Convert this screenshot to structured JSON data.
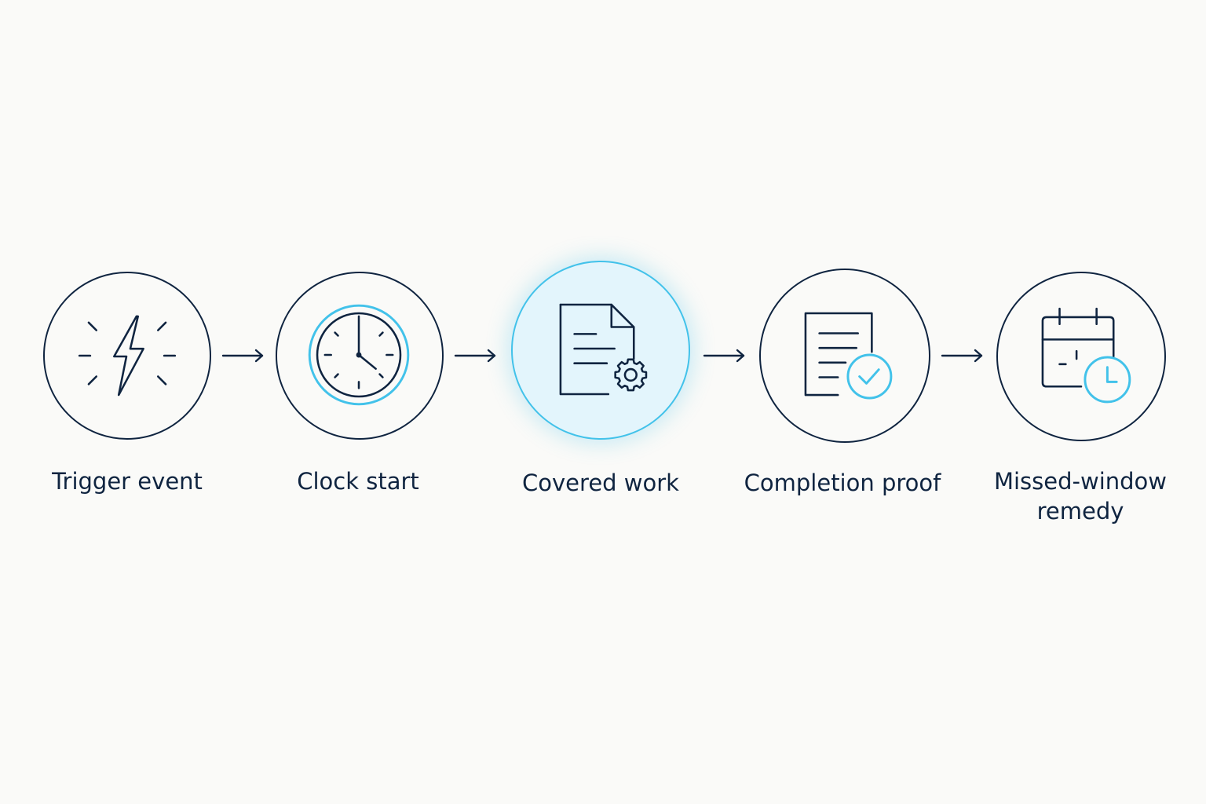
{
  "steps": [
    {
      "label": "Trigger event",
      "icon": "lightning-bolt-icon"
    },
    {
      "label": "Clock start",
      "icon": "clock-icon"
    },
    {
      "label": "Covered work",
      "icon": "document-gear-icon",
      "highlighted": true
    },
    {
      "label": "Completion proof",
      "icon": "document-check-icon"
    },
    {
      "label": "Missed-window\nremedy",
      "icon": "calendar-clock-icon"
    }
  ],
  "colors": {
    "ink": "#0f2440",
    "accent": "#42c2ea",
    "highlight_fill": "#e3f5fc",
    "background": "#fafaf8"
  }
}
